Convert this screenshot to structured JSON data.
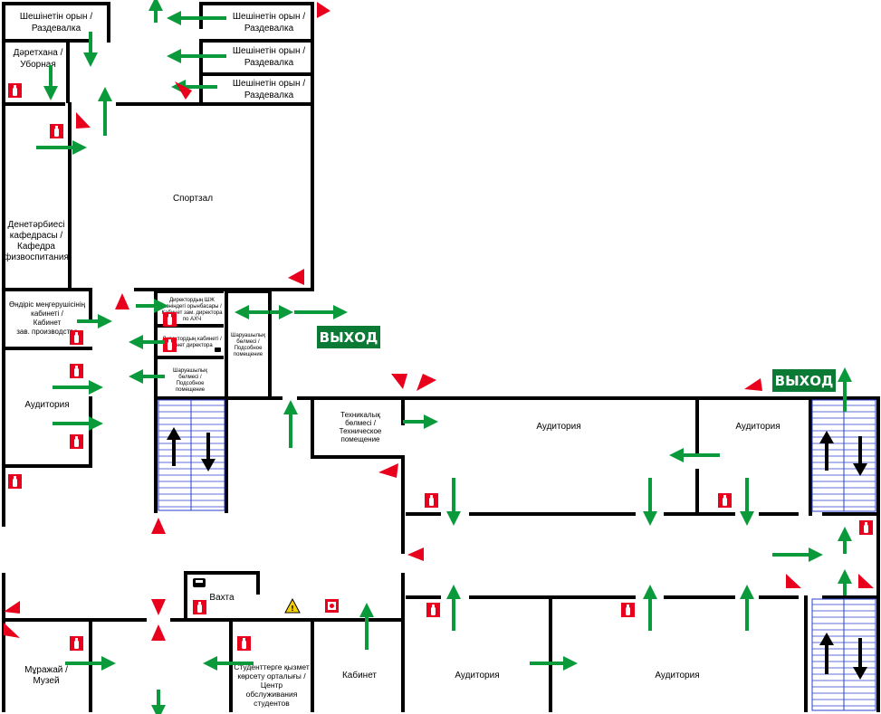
{
  "rooms": {
    "changing1": [
      "Шешінетін орын /",
      "Раздевалка"
    ],
    "changing2": [
      "Шешінетін орын /",
      "Раздевалка"
    ],
    "changing3": [
      "Шешінетін орын /",
      "Раздевалка"
    ],
    "changing4": [
      "Шешінетін орын /",
      "Раздевалка"
    ],
    "toilet": [
      "Дәретхана /",
      "Уборная"
    ],
    "gym": [
      "Спортзал"
    ],
    "pe_dept": [
      "Денетәрбиесі",
      "кафедрасы /",
      "Кафедра",
      "физвоспитания"
    ],
    "prod_head": [
      "Өндіріс меңгерушісінің",
      "кабинеті /",
      "Кабинет",
      "зав. производства"
    ],
    "aud_left": [
      "Аудитория"
    ],
    "dep_dir_ahch": [
      "Директордың ШЖ",
      "жөніндегі орынбасары /",
      "Кабинет зам. директора",
      "по АХЧ"
    ],
    "director": [
      "Директордың кабинеті /",
      "Кабинет директора"
    ],
    "util1": [
      "Шаруашылық",
      "бөлмесі /",
      "Подсобное",
      "помещение"
    ],
    "util2": [
      "Шаруашылық",
      "бөлмесі /",
      "Подсобное",
      "помещение"
    ],
    "tech": [
      "Техникалық",
      "бөлмесі /",
      "Техническое",
      "помещение"
    ],
    "aud_mid_top": [
      "Аудитория"
    ],
    "aud_right_top": [
      "Аудитория"
    ],
    "guard": [
      "Вахта"
    ],
    "museum": [
      "Мұражай /",
      "Музей"
    ],
    "student_center": [
      "Студенттерге қызмет",
      "көрсету орталығы /",
      "Центр",
      "обслуживания",
      "студентов"
    ],
    "cabinet": [
      "Кабинет"
    ],
    "aud_bottom_1": [
      "Аудитория"
    ],
    "aud_bottom_2": [
      "Аудитория"
    ]
  },
  "exits": {
    "exit_left": "ВЫХОД",
    "exit_right": "ВЫХОД"
  },
  "colors": {
    "wall": "#000000",
    "evac_arrow": "#0a9a3c",
    "fire_marker": "#e8001c",
    "exit_sign": "#0a7a35",
    "stairs": "#2a3fd0"
  },
  "icons": [
    "fire-extinguisher-icon",
    "evacuation-arrow",
    "fire-direction-triangle",
    "phone-icon",
    "hazard-warning-icon",
    "fire-hose-icon",
    "stair-arrow"
  ]
}
